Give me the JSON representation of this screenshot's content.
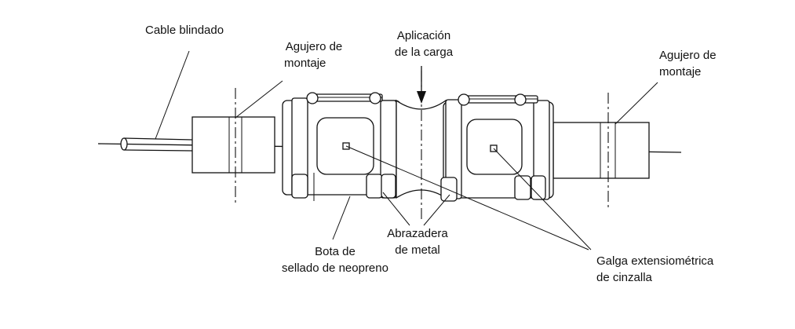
{
  "labels": {
    "cable": "Cable blindado",
    "mount_left_1": "Agujero de",
    "mount_left_2": "montaje",
    "load_1": "Aplicación",
    "load_2": "de la carga",
    "mount_right_1": "Agujero de",
    "mount_right_2": "montaje",
    "boot_1": "Bota de",
    "boot_2": "sellado de neopreno",
    "clamp_1": "Abrazadera",
    "clamp_2": "de metal",
    "gauge_1": "Galga extensiométrica",
    "gauge_2": "de cinzalla"
  },
  "colors": {
    "ink": "#111111",
    "background": "#ffffff"
  }
}
